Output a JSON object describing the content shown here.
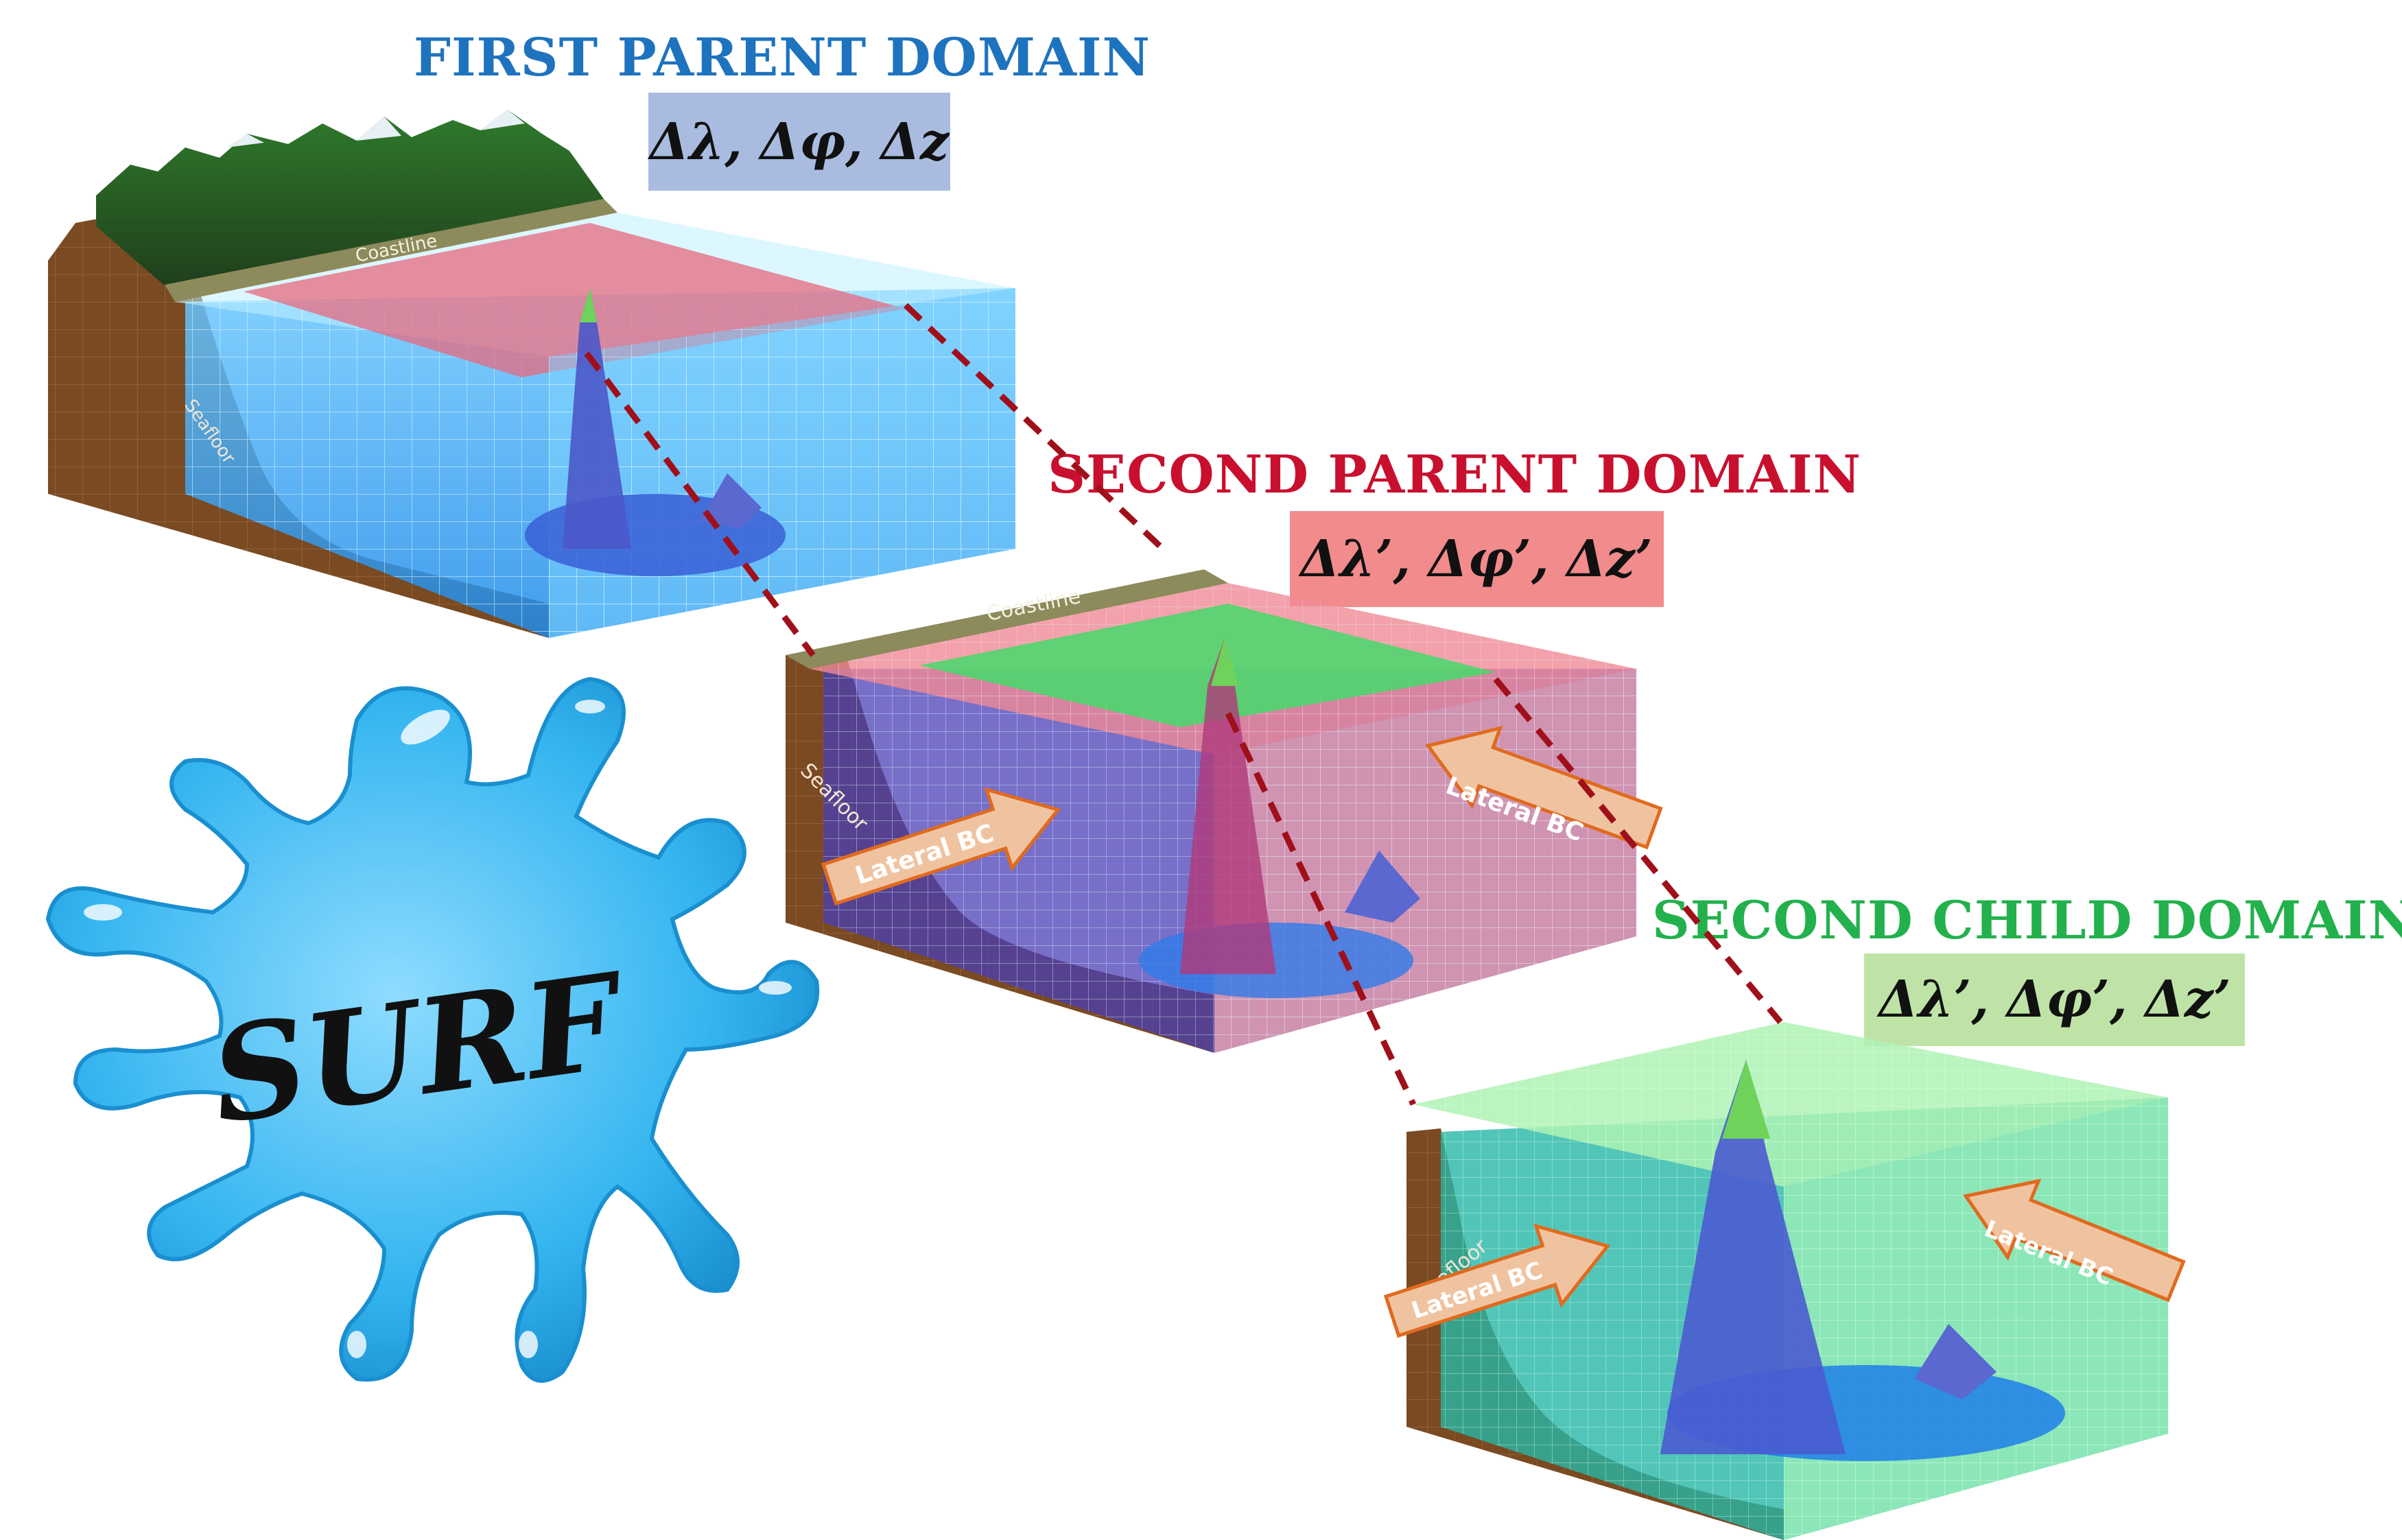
{
  "domains": {
    "first_parent": {
      "title": "FIRST PARENT DOMAIN",
      "formula": "Δλ, Δφ, Δz"
    },
    "second_parent": {
      "title": "SECOND PARENT DOMAIN",
      "formula": "Δλ’, Δφ’, Δz’"
    },
    "second_child": {
      "title": "SECOND CHILD DOMAIN",
      "formula": "Δλ’, Δφ’, Δz’"
    }
  },
  "labels": {
    "coastline": "Coastline",
    "seafloor": "Seafloor",
    "lateral_bc": "Lateral BC"
  },
  "logo": {
    "text": "SURF"
  },
  "colors": {
    "first_title": "#1e73be",
    "second_title": "#c8102e",
    "child_title": "#22b14c",
    "first_box": "#a9bce0",
    "second_box": "#f28b8b",
    "child_box": "#bfe3a6",
    "water": "#3aa0f0",
    "grid_water": "#a9e6ff",
    "soil": "#7a4a22",
    "red_plane": "#e56a7f",
    "green_plane": "#45d96a",
    "arrow": "#f0c3a0",
    "dash": "#a0101a"
  },
  "icons": [
    "splash-logo-icon",
    "lateral-bc-arrow-icon",
    "seamount-icon",
    "mountain-icon"
  ]
}
